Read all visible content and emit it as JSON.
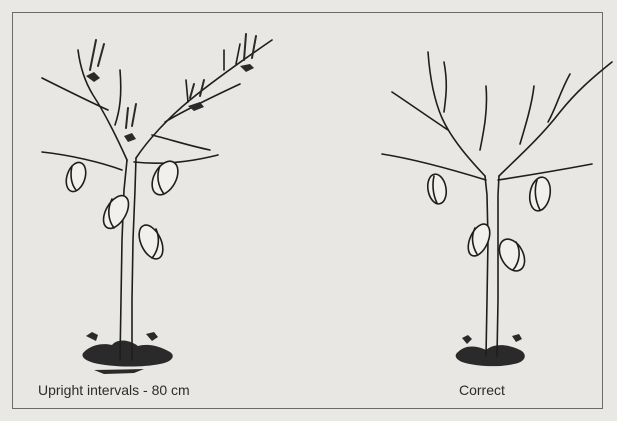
{
  "captions": {
    "left": "Upright intervals - 80 cm",
    "right": "Correct"
  },
  "colors": {
    "background": "#eae8e4",
    "ink": "#1e1e1e",
    "frame": "#6b6b6b"
  },
  "icons": {
    "left_tree": "cocoa-tree-with-upright-shoots",
    "right_tree": "cocoa-tree-pruned-correct"
  }
}
